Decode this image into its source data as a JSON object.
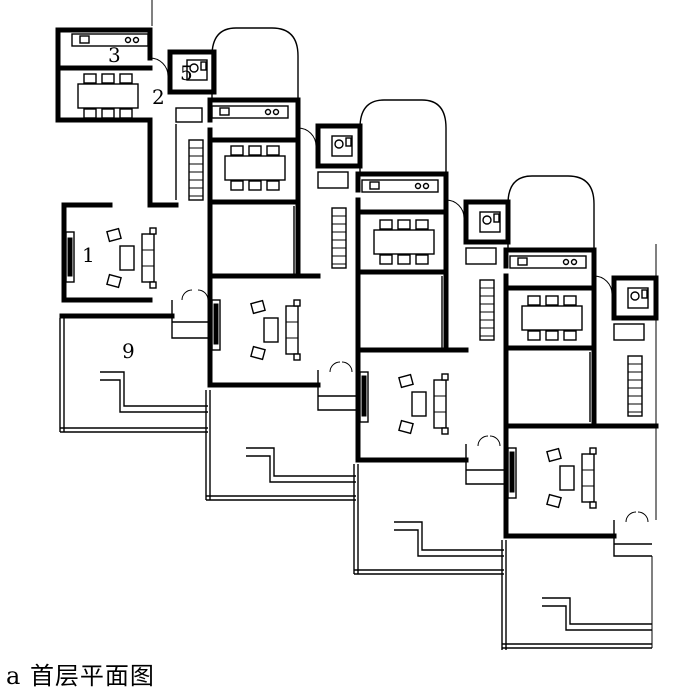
{
  "caption": "a 首层平面图",
  "room_labels": {
    "kitchen": "3",
    "entry": "2",
    "toilet": "5",
    "living_room": "1",
    "garden": "9"
  }
}
